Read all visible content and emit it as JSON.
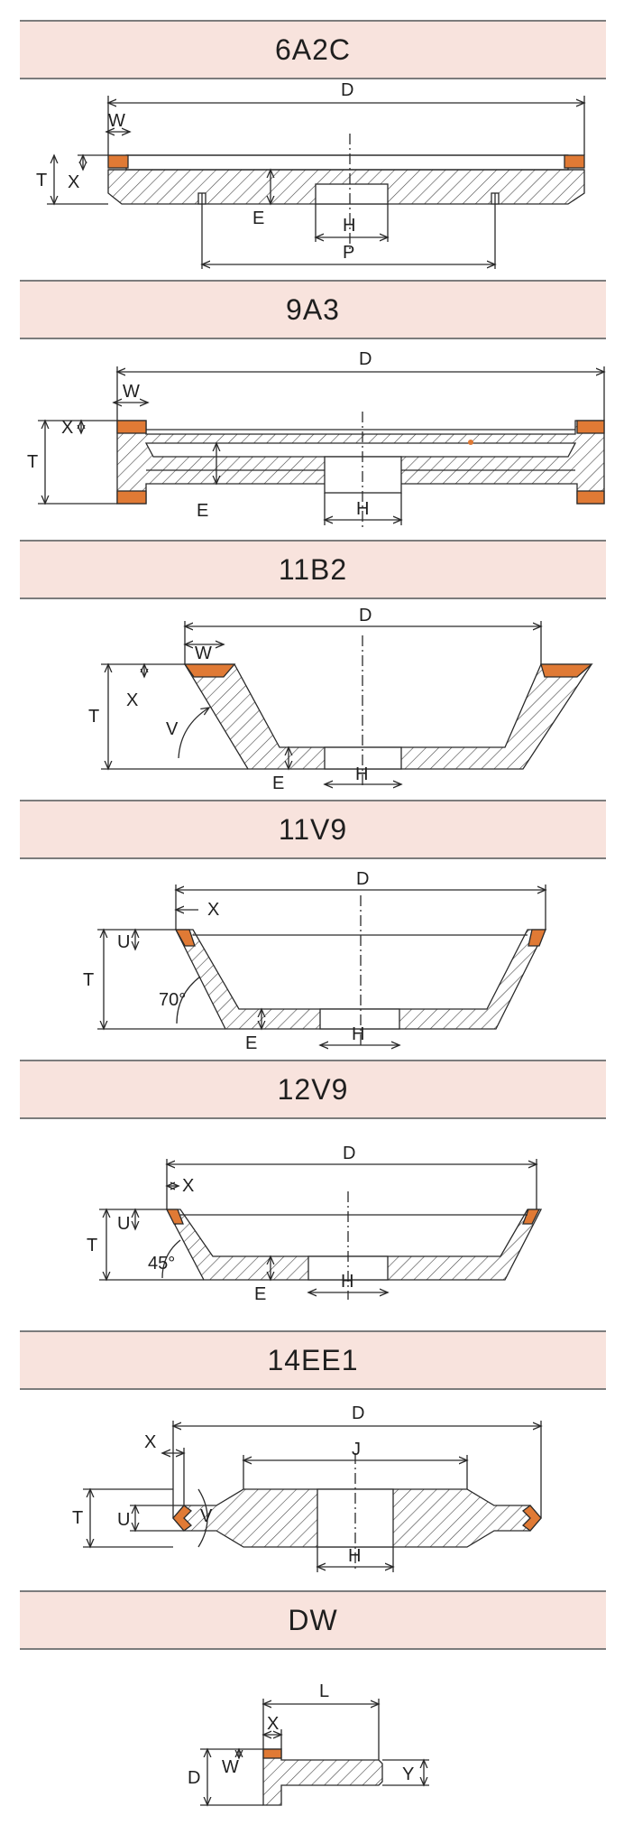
{
  "sections": [
    {
      "title": "6A2C",
      "labels": {
        "D": "D",
        "W": "W",
        "T": "T",
        "X": "X",
        "E": "E",
        "H": "H",
        "P": "P"
      }
    },
    {
      "title": "9A3",
      "labels": {
        "D": "D",
        "W": "W",
        "T": "T",
        "X": "X",
        "E": "E",
        "H": "H"
      }
    },
    {
      "title": "11B2",
      "labels": {
        "D": "D",
        "W": "W",
        "T": "T",
        "X": "X",
        "V": "V",
        "E": "E",
        "H": "H"
      }
    },
    {
      "title": "11V9",
      "labels": {
        "D": "D",
        "X": "X",
        "U": "U",
        "T": "T",
        "angle": "70°",
        "E": "E",
        "H": "H"
      }
    },
    {
      "title": "12V9",
      "labels": {
        "D": "D",
        "X": "X",
        "U": "U",
        "T": "T",
        "angle": "45°",
        "E": "E",
        "H": "H"
      }
    },
    {
      "title": "14EE1",
      "labels": {
        "D": "D",
        "J": "J",
        "X": "X",
        "T": "T",
        "U": "U",
        "V": "V",
        "H": "H"
      }
    },
    {
      "title": "DW",
      "labels": {
        "L": "L",
        "X": "X",
        "D": "D",
        "W": "W",
        "Y": "Y"
      }
    }
  ],
  "colors": {
    "abrasive": "#e07a35",
    "header_bg": "#f8e3dd",
    "line": "#2a2a2a"
  }
}
